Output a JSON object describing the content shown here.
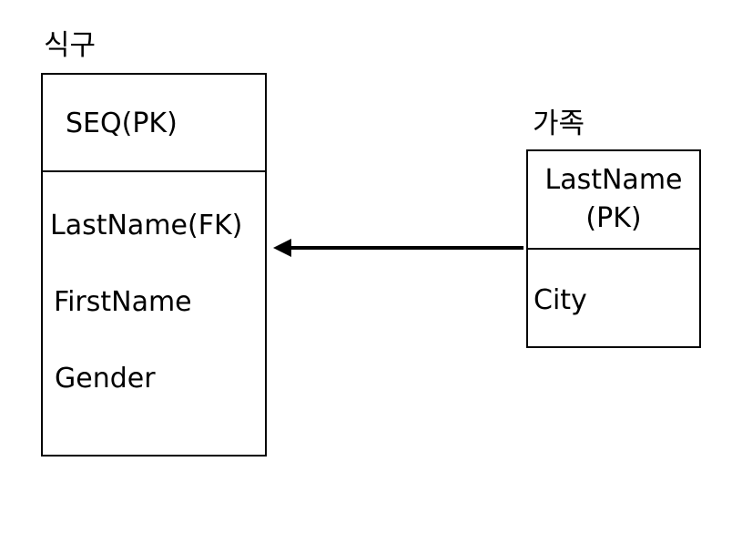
{
  "entities": {
    "sikgu": {
      "title": "식구",
      "key_attribute": "SEQ(PK)",
      "attributes": [
        "LastName(FK)",
        "FirstName",
        "Gender"
      ]
    },
    "gajok": {
      "title": "가족",
      "key_attribute_line1": "LastName",
      "key_attribute_line2": "(PK)",
      "attributes": [
        "City"
      ]
    }
  },
  "relationship": {
    "from": "가족",
    "to": "식구",
    "arrow_color": "#000000"
  }
}
